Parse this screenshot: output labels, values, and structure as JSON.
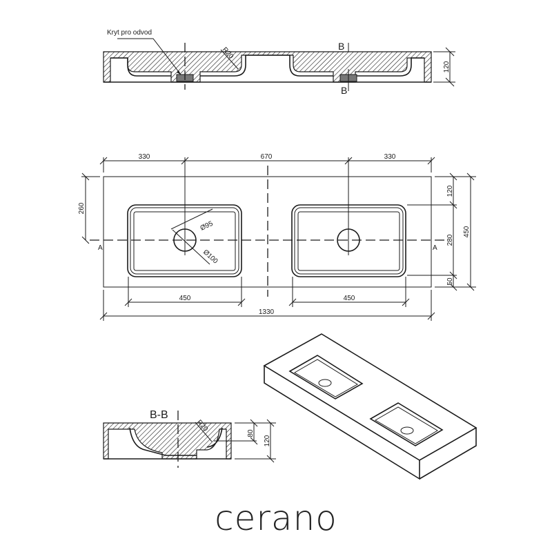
{
  "section_top": {
    "callout": "Kryt pro odvod",
    "radius": "R20",
    "section_mark": "B",
    "height": "120"
  },
  "plan": {
    "dims_top": [
      "330",
      "670",
      "330"
    ],
    "dim_left": "260",
    "dims_right": [
      "120",
      "280",
      "50"
    ],
    "dim_depth": "450",
    "basin_widths": [
      "450",
      "450"
    ],
    "total_width": "1330",
    "drain_d1": "Ø95",
    "drain_d2": "Ø100",
    "axis_mark": "A"
  },
  "section_bb": {
    "title": "B-B",
    "radius": "R20",
    "inner_height": "80",
    "height": "120"
  },
  "brand": "cerano"
}
